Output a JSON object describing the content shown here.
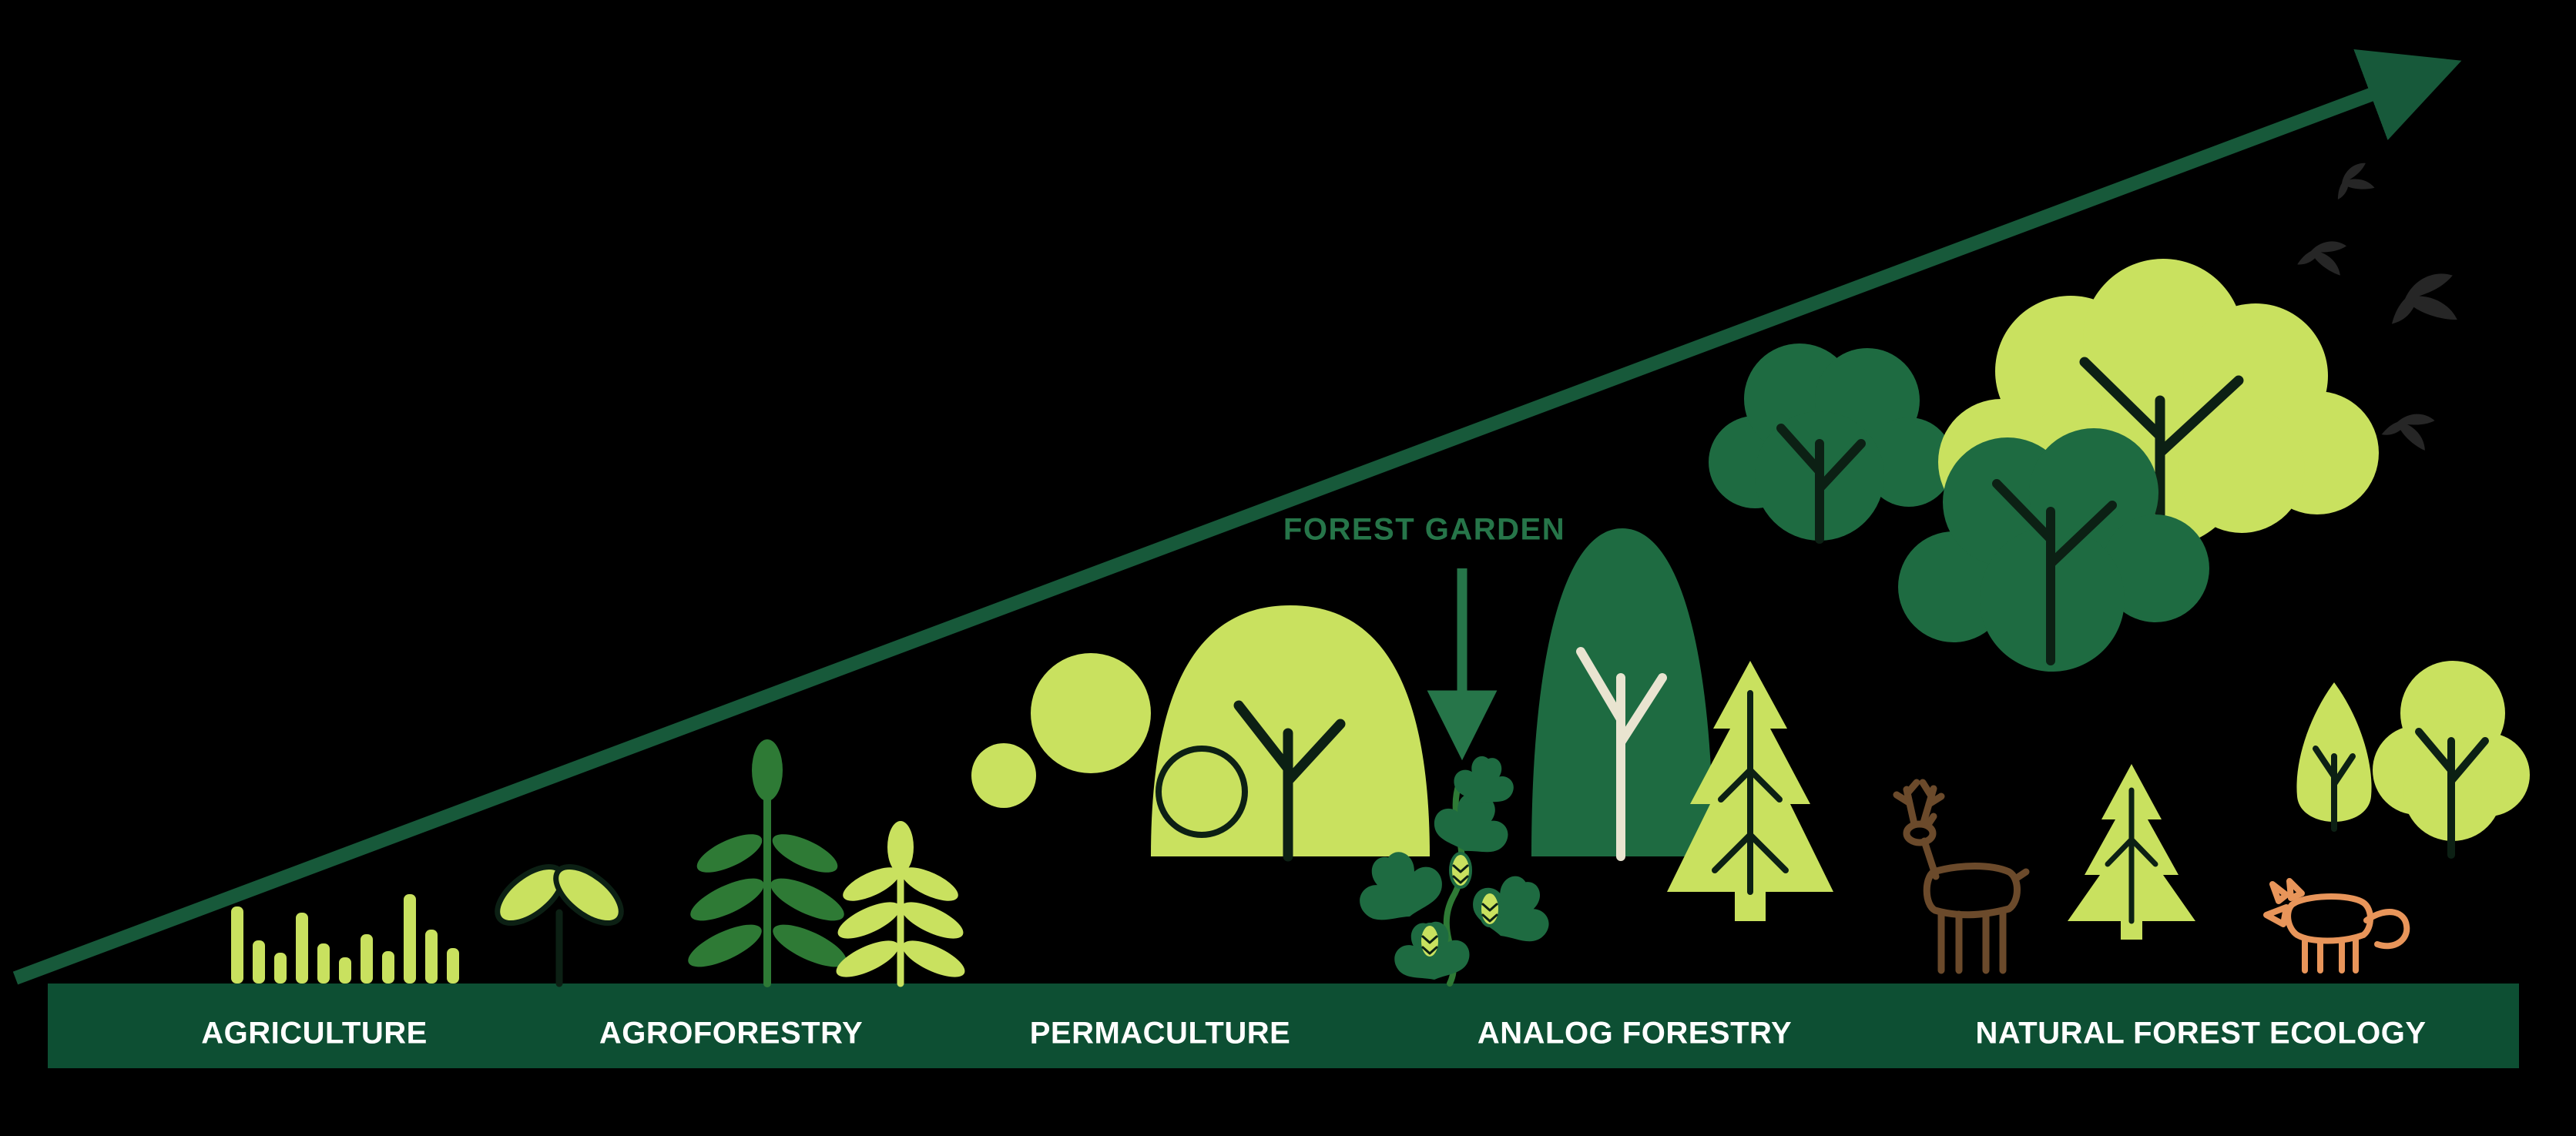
{
  "diagram": {
    "type": "spectrum-infographic",
    "annotation": {
      "label": "FOREST GARDEN"
    },
    "stages": [
      {
        "label": "AGRICULTURE"
      },
      {
        "label": "AGROFORESTRY"
      },
      {
        "label": "PERMACULTURE"
      },
      {
        "label": "ANALOG FORESTRY"
      },
      {
        "label": "NATURAL FOREST ECOLOGY"
      }
    ],
    "scene_icons": [
      "growth-arrow-icon",
      "baseline-bar",
      "crop-bars-icon",
      "sprout-icon",
      "fern-dark-icon",
      "fern-light-icon",
      "canopy-circles-icon",
      "dome-tree-light-icon",
      "hops-vine-icon",
      "forest-garden-arrow-icon",
      "dome-tree-dark-icon",
      "conifer-large-icon",
      "deer-icon",
      "conifer-small-icon",
      "cloud-tree-dark-left-icon",
      "cloud-tree-light-icon",
      "cloud-tree-dark-front-icon",
      "round-tree-small-icon",
      "round-tree-large-icon",
      "fox-icon",
      "birds-icon"
    ],
    "colors": {
      "background": "#000000",
      "arrow": "#17593a",
      "bar": "#0d4f33",
      "label_text": "#ffffff",
      "annotation_text": "#267549",
      "light": "#c9e15f",
      "mid": "#2e7a35",
      "dark": "#1e6b41",
      "branch": "#0c2014",
      "branch_light": "#e9e4d0",
      "deer": "#6b4a2b",
      "fox": "#e8955a",
      "bird": "#262626"
    }
  }
}
